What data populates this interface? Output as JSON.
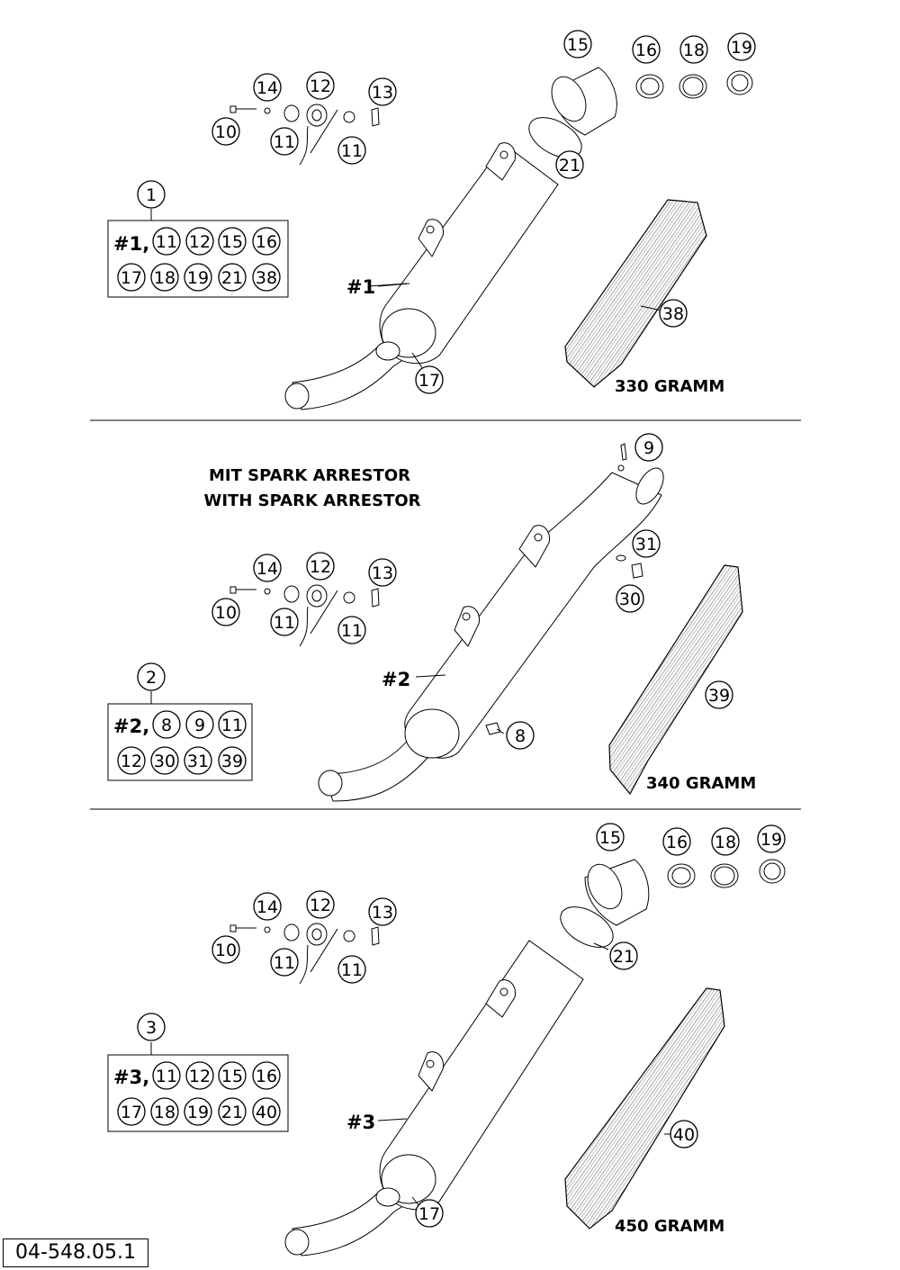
{
  "drawing_id": "04-548.05.1",
  "note": {
    "line1": "MIT SPARK ARRESTOR",
    "line2": "WITH SPARK ARRESTOR"
  },
  "sections": [
    {
      "kit_number": "1",
      "mark": "#1",
      "kit_prefix": "#1,",
      "kit_parts": [
        "11",
        "12",
        "15",
        "16",
        "17",
        "18",
        "19",
        "21",
        "38"
      ],
      "weight": "330 GRAMM",
      "mount_callouts": [
        "14",
        "12",
        "13",
        "10",
        "11",
        "11"
      ],
      "end_callouts": [
        "15",
        "16",
        "18",
        "19",
        "21"
      ],
      "body_callouts": [
        "17",
        "38"
      ]
    },
    {
      "kit_number": "2",
      "mark": "#2",
      "kit_prefix": "#2,",
      "kit_parts": [
        "8",
        "9",
        "11",
        "12",
        "30",
        "31",
        "39"
      ],
      "weight": "340 GRAMM",
      "mount_callouts": [
        "14",
        "12",
        "13",
        "10",
        "11",
        "11"
      ],
      "end_callouts": [
        "9",
        "31",
        "30"
      ],
      "body_callouts": [
        "8",
        "39"
      ]
    },
    {
      "kit_number": "3",
      "mark": "#3",
      "kit_prefix": "#3,",
      "kit_parts": [
        "11",
        "12",
        "15",
        "16",
        "17",
        "18",
        "19",
        "21",
        "40"
      ],
      "weight": "450 GRAMM",
      "mount_callouts": [
        "14",
        "12",
        "13",
        "10",
        "11",
        "11"
      ],
      "end_callouts": [
        "15",
        "16",
        "18",
        "19",
        "21"
      ],
      "body_callouts": [
        "17",
        "40"
      ]
    }
  ]
}
